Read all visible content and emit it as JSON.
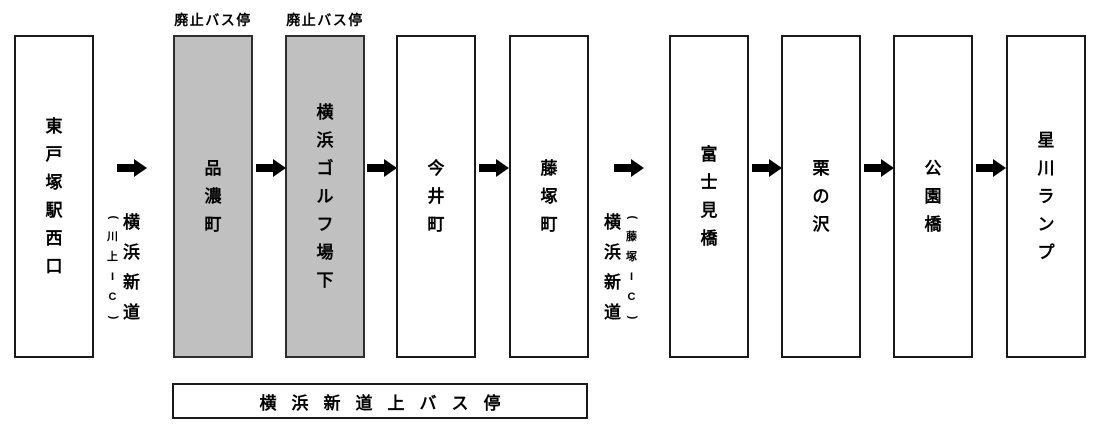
{
  "diagram": {
    "title": "bus-route-diagram",
    "stations": [
      {
        "name": "東戸塚駅西口",
        "status": "normal"
      },
      {
        "name": "品濃町",
        "status": "abolished",
        "badge": "廃止バス停"
      },
      {
        "name": "横浜ゴルフ場下",
        "status": "abolished",
        "badge": "廃止バス停"
      },
      {
        "name": "今井町",
        "status": "normal"
      },
      {
        "name": "藤塚町",
        "status": "normal"
      },
      {
        "name": "富士見橋",
        "status": "normal"
      },
      {
        "name": "栗の沢",
        "status": "normal"
      },
      {
        "name": "公園橋",
        "status": "normal"
      },
      {
        "name": "星川ランプ",
        "status": "normal"
      }
    ],
    "roads": [
      {
        "name": "横浜新道",
        "interchange": "(川上IC)"
      },
      {
        "name": "横浜新道",
        "interchange": "(藤塚IC)"
      }
    ],
    "footer_label": "横浜新道上バス停",
    "arrow_icon": "arrow-right",
    "colors": {
      "abolished_fill": "#c0c0c0",
      "border": "#1a1a1a",
      "arrow": "#000000",
      "background": "#ffffff"
    }
  }
}
